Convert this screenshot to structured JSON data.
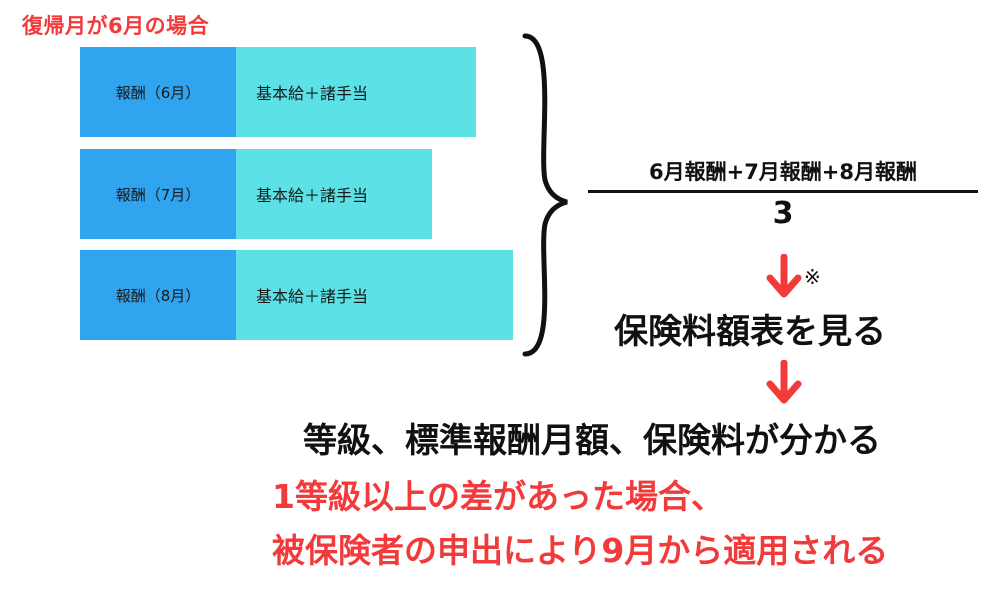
{
  "title": "復帰月が6月の場合",
  "bars": [
    {
      "label": "報酬（6月）",
      "value": "基本給＋諸手当"
    },
    {
      "label": "報酬（7月）",
      "value": "基本給＋諸手当"
    },
    {
      "label": "報酬（8月）",
      "value": "基本給＋諸手当"
    }
  ],
  "fraction": {
    "numerator": "6月報酬+7月報酬+8月報酬",
    "denominator": "3"
  },
  "note_mark": "※",
  "step1": "保険料額表を見る",
  "step2": "等級、標準報酬月額、保険料が分かる",
  "condition_line1": "1等級以上の差があった場合、",
  "condition_line2": "被保険者の申出により9月から適用される",
  "colors": {
    "accent_red": "#f23a3a",
    "label_blue": "#31a4f0",
    "value_cyan": "#5ce1e6",
    "arrow_red": "#f23a3a"
  }
}
